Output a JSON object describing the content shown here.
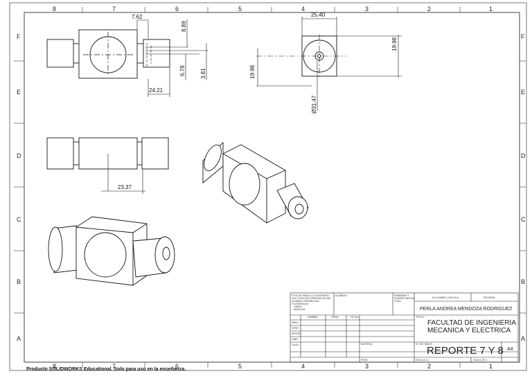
{
  "border": {
    "top_columns": [
      "8",
      "7",
      "6",
      "5",
      "4",
      "3",
      "2",
      "1"
    ],
    "bottom_columns": [
      "8",
      "7",
      "6",
      "5",
      "4",
      "3",
      "2",
      "1"
    ],
    "left_rows": [
      "F",
      "E",
      "D",
      "C",
      "B",
      "A"
    ],
    "right_rows": [
      "F",
      "E",
      "D",
      "C",
      "B",
      "A"
    ]
  },
  "dimensions": {
    "d_7_62": "7.62",
    "d_8_89": "8.89",
    "d_6_78": "6.78",
    "d_3_81": "3.81",
    "d_24_21": "24.21",
    "d_25_40": "25.40",
    "d_19_98_right": "19.98",
    "d_19_98_left": "19.98",
    "d_dia_31_47": "Ø31.47",
    "d_23_37": "23.37"
  },
  "title_block": {
    "notes": [
      "SI NO SE INDICA LO CONTRARIO:",
      "LAS COTAS SE EXPRESAN EN MM",
      "ACABADO SUPERFICIAL:",
      "TOLERANCIAS:",
      "LINEAL:",
      "ANGULAR:"
    ],
    "acabado": "ACABADO:",
    "rebarbar": [
      "REBARBAR Y",
      "ROMPER ARISTAS",
      "VIVAS"
    ],
    "no_cambie": "NO CAMBIE LA ESCALA",
    "revision": "REVISIÓN",
    "author": "PERLA ANDREA MENDOZA RODRIGUEZ",
    "col_headers": [
      "NOMBRE",
      "FIRMA",
      "FECHA"
    ],
    "row_labels": [
      "DIBUJ.",
      "VERIF.",
      "APROB.",
      "FABR.",
      "CALID."
    ],
    "titulo_label": "TÍTULO:",
    "title_line1": "FACULTAD DE INGENIERIA",
    "title_line2": "MECANICA Y ELECTRICA",
    "material_label": "MATERIAL:",
    "n_dibujo_label": "N.º DE DIBUJO",
    "drawing_number": "REPORTE 7 Y 8",
    "peso_label": "PESO:",
    "escala_label": "ESCALA:1:1",
    "hoja_label": "HOJA 1 DE 1",
    "size": "A4"
  },
  "footer": "Producto SOLIDWORKS Educational. Solo para uso en la enseñanza."
}
